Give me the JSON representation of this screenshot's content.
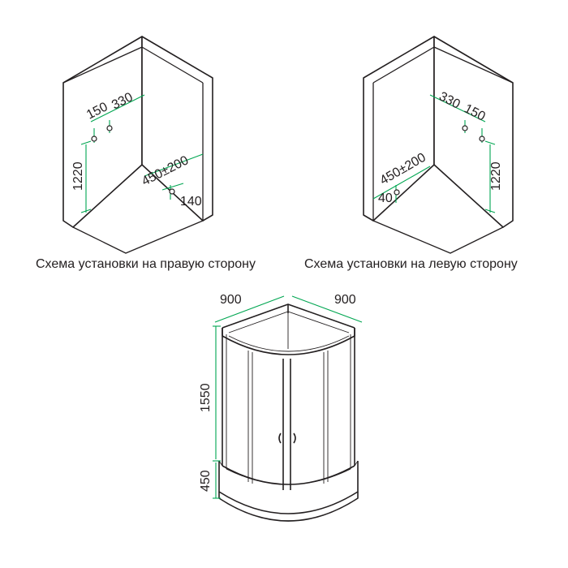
{
  "colors": {
    "line": "#231f20",
    "dimension": "#00a651",
    "background": "#ffffff"
  },
  "right_install": {
    "caption": "Схема установки на правую сторону",
    "dims": {
      "d150": "150",
      "d330": "330",
      "d1220": "1220",
      "d450": "450±200",
      "d140": "140"
    }
  },
  "left_install": {
    "caption": "Схема установки на левую сторону",
    "dims": {
      "d330": "330",
      "d150": "150",
      "d1220": "1220",
      "d450": "450±200",
      "d40": "40"
    }
  },
  "cabin": {
    "dims": {
      "width_left": "900",
      "width_right": "900",
      "height_glass": "1550",
      "height_tray": "450"
    }
  }
}
